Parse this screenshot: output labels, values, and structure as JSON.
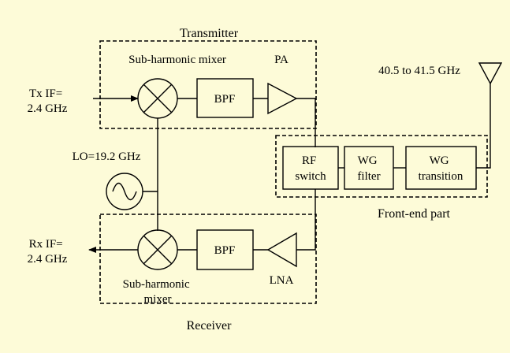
{
  "colors": {
    "background": "#fdfbd8",
    "ink": "#000000"
  },
  "transmitter": {
    "group_label": "Transmitter",
    "mixer_label": "Sub-harmonic mixer",
    "bpf_label": "BPF",
    "pa_label": "PA"
  },
  "tx_if": {
    "line1": "Tx IF=",
    "line2": "2.4 GHz"
  },
  "lo": {
    "label": "LO=19.2 GHz",
    "icon": "sine-source-icon"
  },
  "front_end": {
    "group_label": "Front-end part",
    "rf_switch": {
      "line1": "RF",
      "line2": "switch"
    },
    "wg_filter": {
      "line1": "WG",
      "line2": "filter"
    },
    "wg_transition": {
      "line1": "WG",
      "line2": "transition"
    }
  },
  "antenna": {
    "label": "40.5 to 41.5 GHz",
    "icon": "antenna-icon"
  },
  "receiver": {
    "group_label": "Receiver",
    "mixer_line1": "Sub-harmonic",
    "mixer_line2": "mixer",
    "bpf_label": "BPF",
    "lna_label": "LNA"
  },
  "rx_if": {
    "line1": "Rx IF=",
    "line2": "2.4 GHz"
  }
}
